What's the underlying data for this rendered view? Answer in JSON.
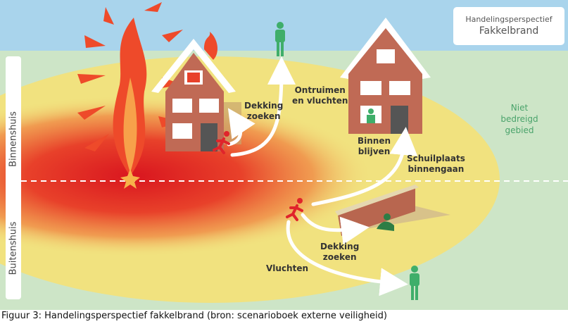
{
  "title": {
    "line1": "Handelingsperspectief",
    "line2": "Fakkelbrand"
  },
  "zones": {
    "inside": "Binnenshuis",
    "outside": "Buitenshuis",
    "safe_line1": "Niet bedreigd",
    "safe_line2": "gebied"
  },
  "actions": {
    "evacuate": [
      "Ontruimen",
      "en vluchten"
    ],
    "cover_inside": [
      "Dekking",
      "zoeken"
    ],
    "stay_inside": [
      "Binnen",
      "blijven"
    ],
    "shelter": [
      "Schuilplaats",
      "binnengaan"
    ],
    "cover_outside": [
      "Dekking",
      "zoeken"
    ],
    "flee": "Vluchten"
  },
  "caption": "Figuur 3: Handelingsperspectief fakkelbrand (bron: scenarioboek externe veiligheid)",
  "colors": {
    "sky": "#a9d4ec",
    "ground": "#cde5c7",
    "warning": "#f1e27f",
    "danger": "#e0242b",
    "person_safe": "#3fae6a",
    "person_flee": "#e0242b"
  }
}
